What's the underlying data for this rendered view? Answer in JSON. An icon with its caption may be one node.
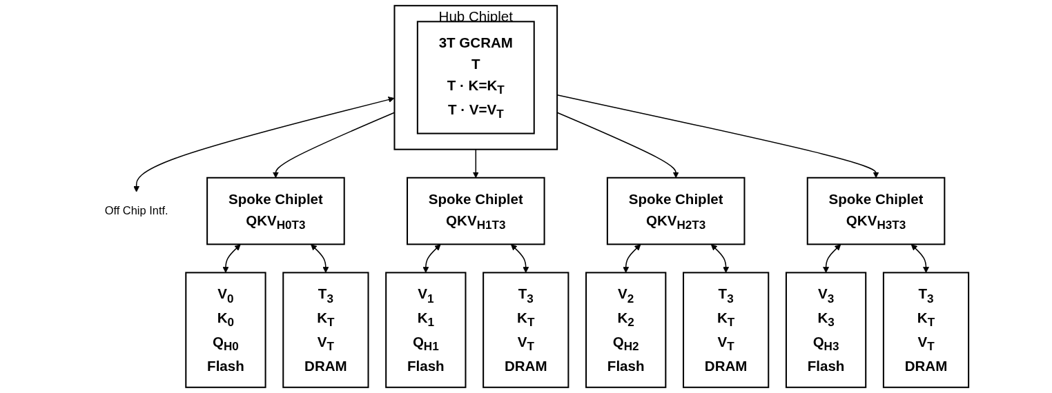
{
  "diagram": {
    "nodes": [
      {
        "text": [
          "Hub Chiplet"
        ]
      },
      {
        "text": [
          "3T GCRAM",
          "T",
          "T · K=K$_{T}$",
          "T · V=V$_{T}$"
        ],
        "in": 0
      },
      {
        "text": [
          "Off Chip Intf."
        ]
      },
      {
        "text": [
          "Spoke Chiplet",
          "QKV$_{H0T3}$"
        ]
      },
      {
        "text": [
          "Spoke Chiplet",
          "QKV$_{H1T3}$"
        ]
      },
      {
        "text": [
          "Spoke Chiplet",
          "QKV$_{H2T3}$"
        ]
      },
      {
        "text": [
          "Spoke Chiplet",
          "QKV$_{H3T3}$"
        ]
      },
      {
        "text": [
          "V$_{0}$",
          "K$_{0}$",
          "Q$_{H0}$",
          "Flash"
        ]
      },
      {
        "text": [
          "T$_{3}$",
          "K$_{T}$",
          "V$_{T}$",
          "DRAM"
        ]
      },
      {
        "text": [
          "V$_{1}$",
          "K$_{1}$",
          "Q$_{H1}$",
          "Flash"
        ]
      },
      {
        "text": [
          "T$_{3}$",
          "K$_{T}$",
          "V$_{T}$",
          "DRAM"
        ]
      },
      {
        "text": [
          "V$_{2}$",
          "K$_{2}$",
          "Q$_{H2}$",
          "Flash"
        ]
      },
      {
        "text": [
          "T$_{3}$",
          "K$_{T}$",
          "V$_{T}$",
          "DRAM"
        ]
      },
      {
        "text": [
          "V$_{3}$",
          "K$_{3}$",
          "Q$_{H3}$",
          "Flash"
        ]
      },
      {
        "text": [
          "T$_{3}$",
          "K$_{T}$",
          "V$_{T}$",
          "DRAM"
        ]
      }
    ],
    "edges": [
      {
        "from": 0,
        "to": 2,
        "arrow": "both"
      },
      {
        "from": 0,
        "to": 3,
        "arrow": "to"
      },
      {
        "from": 0,
        "to": 4,
        "arrow": "to"
      },
      {
        "from": 0,
        "to": 5,
        "arrow": "to"
      },
      {
        "from": 0,
        "to": 6,
        "arrow": "to"
      },
      {
        "from": 3,
        "to": 7,
        "arrow": "both"
      },
      {
        "from": 3,
        "to": 8,
        "arrow": "both"
      },
      {
        "from": 4,
        "to": 9,
        "arrow": "both"
      },
      {
        "from": 4,
        "to": 10,
        "arrow": "both"
      },
      {
        "from": 5,
        "to": 11,
        "arrow": "both"
      },
      {
        "from": 5,
        "to": 12,
        "arrow": "both"
      },
      {
        "from": 6,
        "to": 13,
        "arrow": "both"
      },
      {
        "from": 6,
        "to": 14,
        "arrow": "both"
      }
    ]
  }
}
